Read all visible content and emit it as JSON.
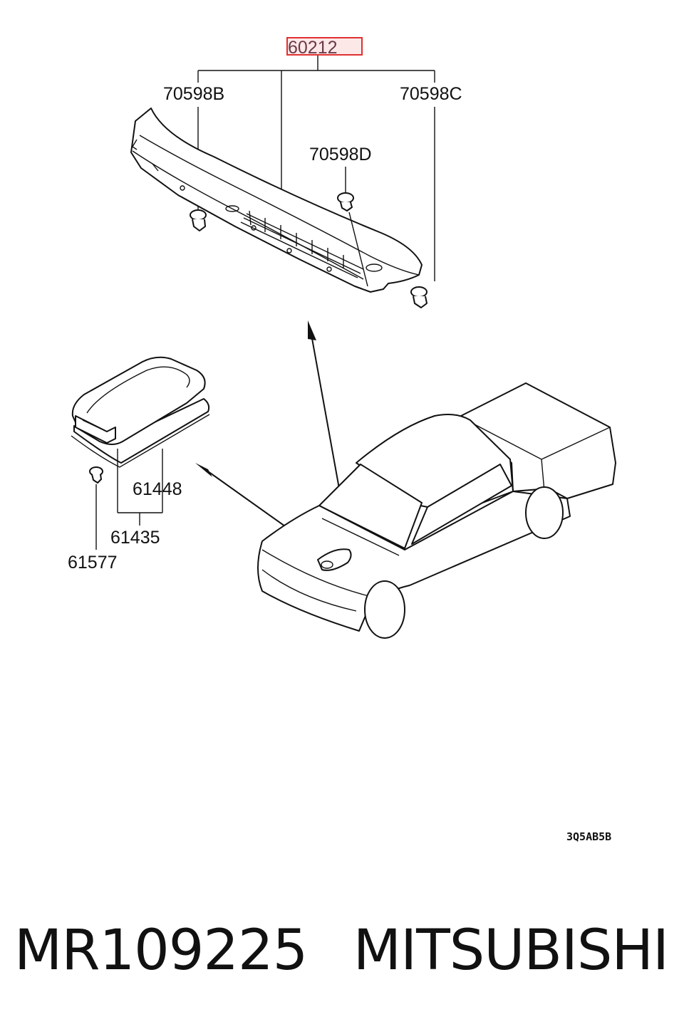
{
  "diagram": {
    "callouts": {
      "cowl_top_panel": "60212",
      "clip_left": "70598B",
      "clip_right": "70598C",
      "clip_center": "70598D",
      "hood_scoop_gasket": "61448",
      "hood_scoop_assy": "61435",
      "hood_scoop_clip": "61577"
    },
    "diagram_code": "3Q5AB5B",
    "highlight_color": "#e03030"
  },
  "footer": {
    "part_number": "MR109225",
    "brand": "MITSUBISHI"
  }
}
